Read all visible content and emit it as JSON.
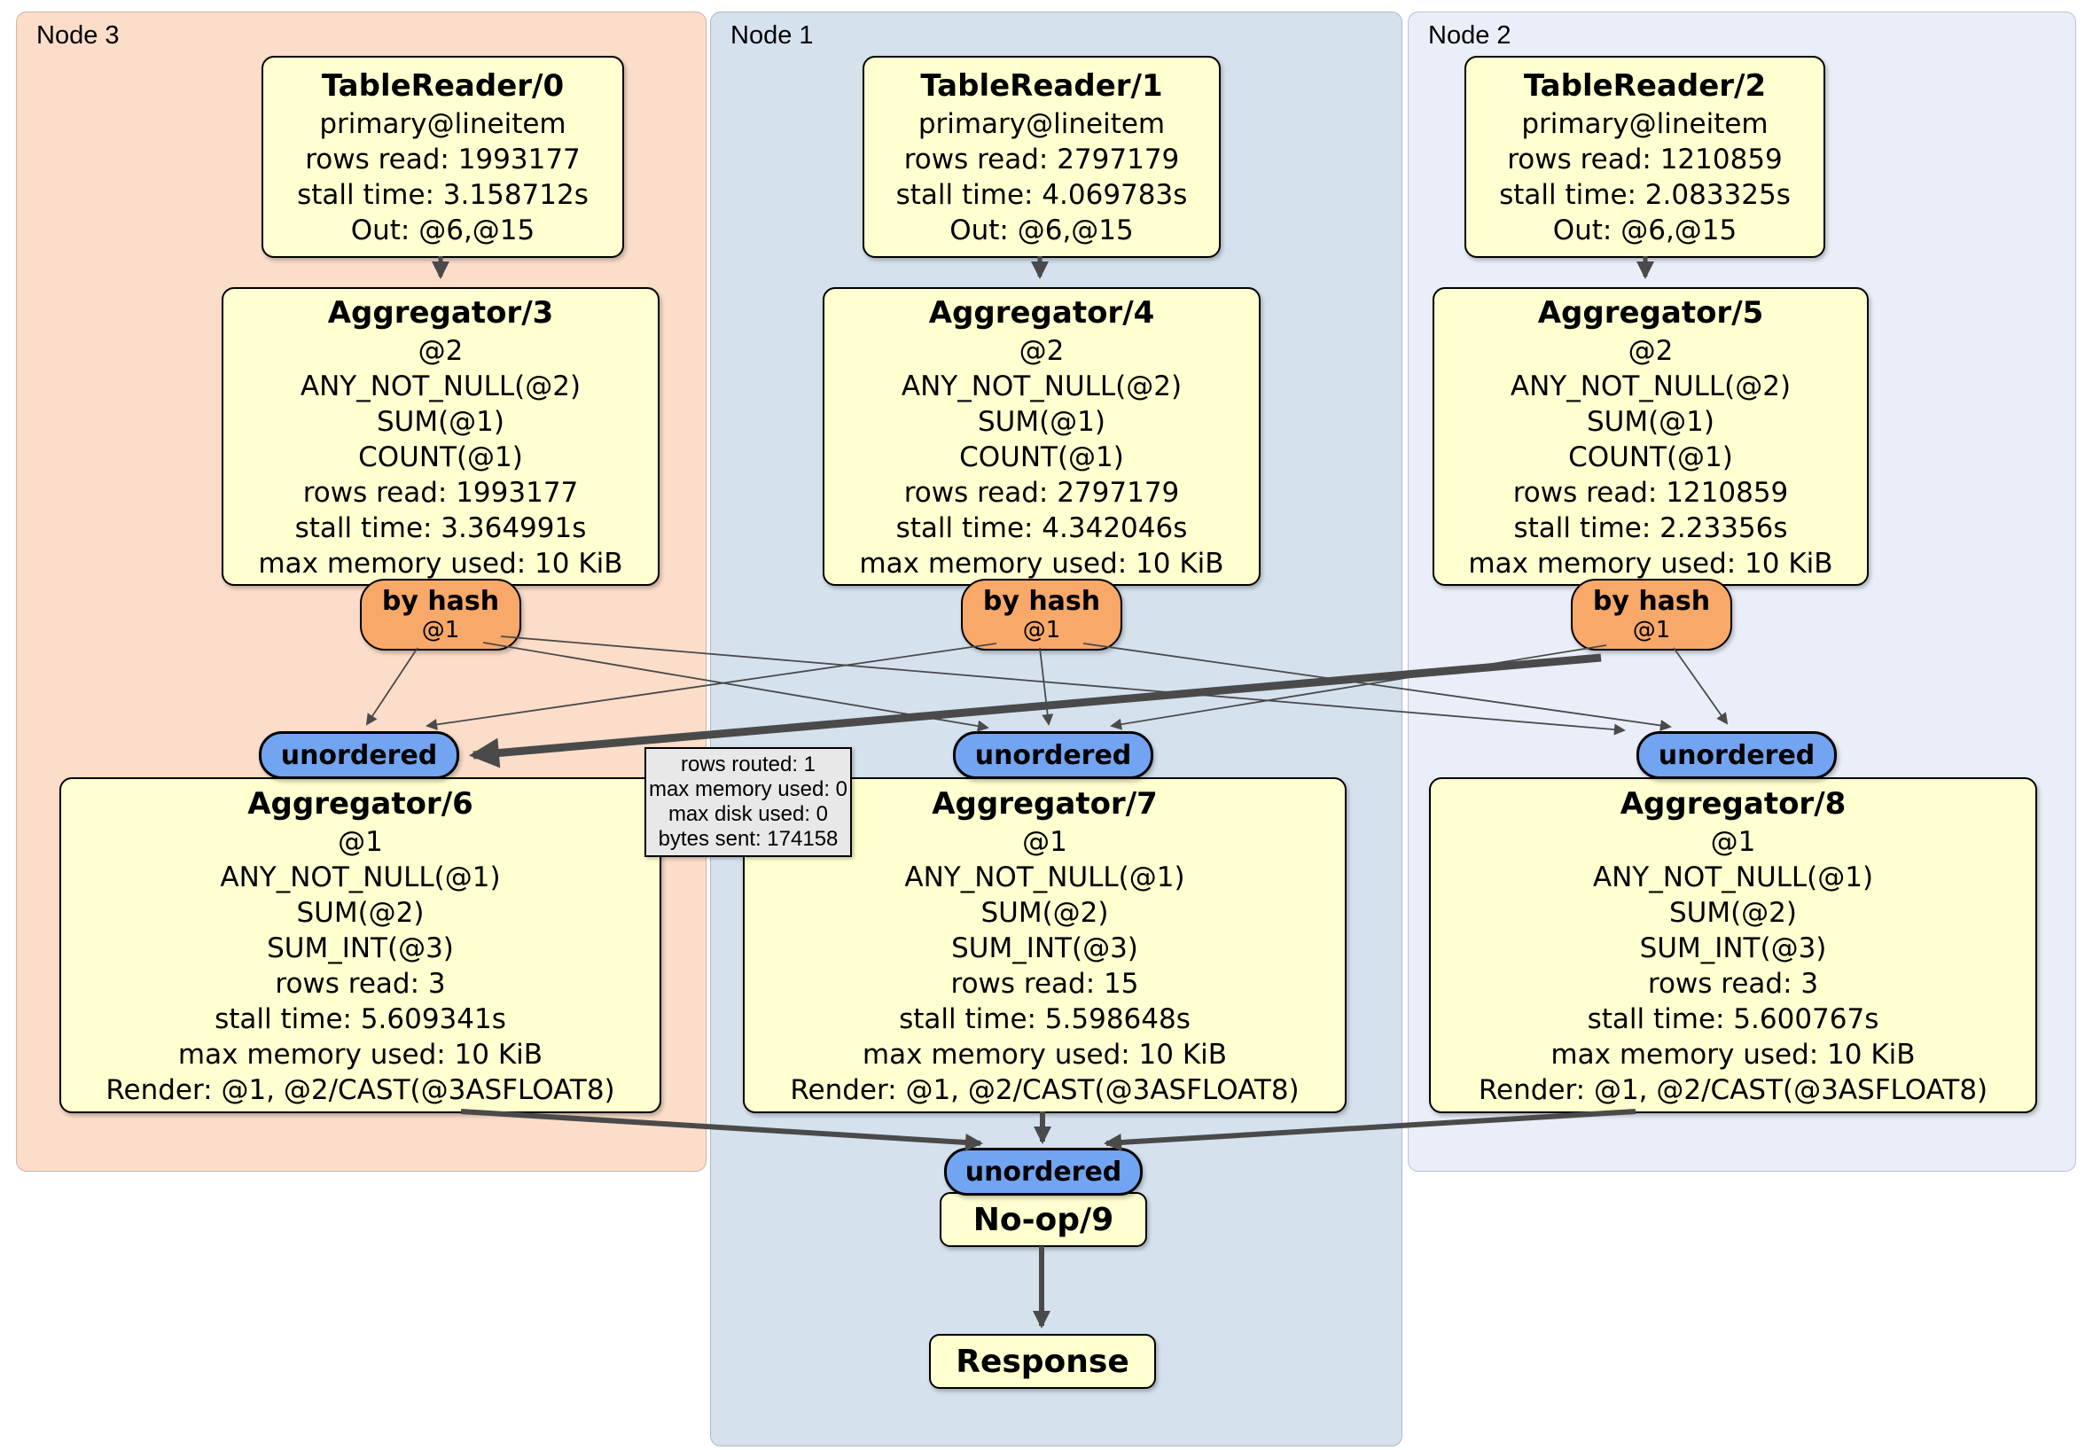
{
  "regions": [
    {
      "label": "Node 3"
    },
    {
      "label": "Node 1"
    },
    {
      "label": "Node 2"
    }
  ],
  "labels": {
    "unordered": "unordered"
  },
  "routers": [
    {
      "label": "by hash",
      "key": "@1"
    },
    {
      "label": "by hash",
      "key": "@1"
    },
    {
      "label": "by hash",
      "key": "@1"
    }
  ],
  "processors": {
    "tr0": {
      "title": "TableReader/0",
      "lines": [
        "primary@lineitem",
        "rows read: 1993177",
        "stall time: 3.158712s",
        "Out: @6,@15"
      ]
    },
    "tr1": {
      "title": "TableReader/1",
      "lines": [
        "primary@lineitem",
        "rows read: 2797179",
        "stall time: 4.069783s",
        "Out: @6,@15"
      ]
    },
    "tr2": {
      "title": "TableReader/2",
      "lines": [
        "primary@lineitem",
        "rows read: 1210859",
        "stall time: 2.083325s",
        "Out: @6,@15"
      ]
    },
    "agg3": {
      "title": "Aggregator/3",
      "lines": [
        "@2",
        "ANY_NOT_NULL(@2)",
        "SUM(@1)",
        "COUNT(@1)",
        "rows read: 1993177",
        "stall time: 3.364991s",
        "max memory used: 10 KiB"
      ]
    },
    "agg4": {
      "title": "Aggregator/4",
      "lines": [
        "@2",
        "ANY_NOT_NULL(@2)",
        "SUM(@1)",
        "COUNT(@1)",
        "rows read: 2797179",
        "stall time: 4.342046s",
        "max memory used: 10 KiB"
      ]
    },
    "agg5": {
      "title": "Aggregator/5",
      "lines": [
        "@2",
        "ANY_NOT_NULL(@2)",
        "SUM(@1)",
        "COUNT(@1)",
        "rows read: 1210859",
        "stall time: 2.23356s",
        "max memory used: 10 KiB"
      ]
    },
    "agg6": {
      "title": "Aggregator/6",
      "lines": [
        "@1",
        "ANY_NOT_NULL(@1)",
        "SUM(@2)",
        "SUM_INT(@3)",
        "rows read: 3",
        "stall time: 5.609341s",
        "max memory used: 10 KiB",
        "Render: @1, @2/CAST(@3ASFLOAT8)"
      ]
    },
    "agg7": {
      "title": "Aggregator/7",
      "lines": [
        "@1",
        "ANY_NOT_NULL(@1)",
        "SUM(@2)",
        "SUM_INT(@3)",
        "rows read: 15",
        "stall time: 5.598648s",
        "max memory used: 10 KiB",
        "Render: @1, @2/CAST(@3ASFLOAT8)"
      ]
    },
    "agg8": {
      "title": "Aggregator/8",
      "lines": [
        "@1",
        "ANY_NOT_NULL(@1)",
        "SUM(@2)",
        "SUM_INT(@3)",
        "rows read: 3",
        "stall time: 5.600767s",
        "max memory used: 10 KiB",
        "Render: @1, @2/CAST(@3ASFLOAT8)"
      ]
    },
    "noop": {
      "title": "No-op/9"
    },
    "response": {
      "title": "Response"
    }
  },
  "tooltip": {
    "lines": [
      "rows routed: 1",
      "max memory used: 0",
      "max disk used: 0",
      "bytes sent: 174158"
    ]
  },
  "colors": {
    "node3_bg": "#fbddc9",
    "node1_bg": "#d5e2ee",
    "node2_bg": "#eaeef8",
    "box_bg": "#ffffcf",
    "router_bg": "#f8a869",
    "sync_bg": "#72a4f2",
    "tooltip_bg": "#e8e8e8",
    "edge": "#4a4a4a"
  }
}
